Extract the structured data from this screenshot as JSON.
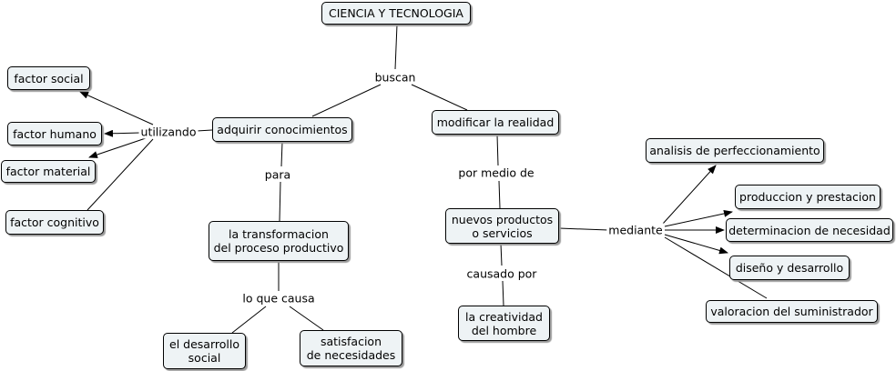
{
  "nodes": {
    "ciencia_tecnologia": "CIENCIA Y TECNOLOGIA",
    "adquirir_conocimientos": "adquirir conocimientos",
    "modificar_realidad": "modificar la realidad",
    "factor_social": "factor social",
    "factor_humano": "factor humano",
    "factor_material": "factor material",
    "factor_cognitivo": "factor cognitivo",
    "transformacion": "la transformacion\ndel proceso productivo",
    "desarrollo_social": "el desarrollo\nsocial",
    "satisfacion": "satisfacion\nde necesidades",
    "nuevos_productos": "nuevos productos\no servicios",
    "creatividad": "la creatividad\ndel hombre",
    "analisis": "analisis de perfeccionamiento",
    "produccion": "produccion y prestacion",
    "determinacion": "determinacion de necesidad",
    "diseno": "diseño y desarrollo",
    "valoracion": "valoracion del suministrador"
  },
  "link_labels": {
    "buscan": "buscan",
    "utilizando": "utilizando",
    "para": "para",
    "lo_que_causa": "lo que causa",
    "por_medio_de": "por medio de",
    "causado_por": "causado por",
    "mediante": "mediante"
  }
}
